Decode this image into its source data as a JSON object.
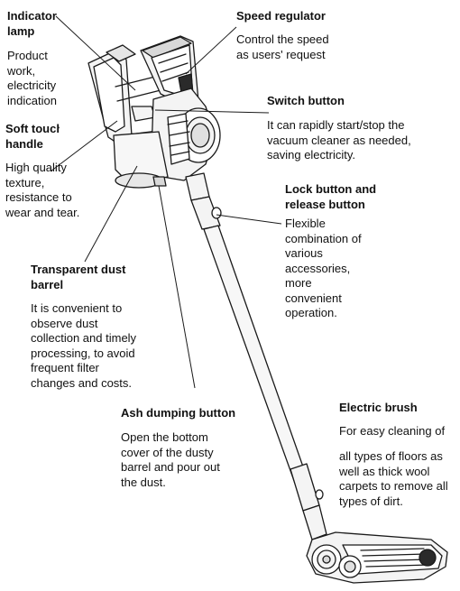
{
  "callouts": {
    "indicator_lamp": {
      "title_line1": "Indicator",
      "title_line2": "lamp",
      "desc": [
        "Product",
        "work,",
        "electricity",
        "indication"
      ]
    },
    "soft_touch_handle": {
      "title_line1": "Soft touch",
      "title_line2": "handle",
      "desc": [
        "High quality",
        "texture,",
        "resistance to",
        "wear and tear."
      ]
    },
    "speed_regulator": {
      "title": "Speed regulator",
      "desc": [
        "Control the speed",
        "as users' request"
      ]
    },
    "switch_button": {
      "title": "Switch button",
      "desc": [
        "It can rapidly start/stop the",
        "vacuum cleaner as needed,",
        "saving electricity."
      ]
    },
    "lock_release_button": {
      "title_line1": "Lock button and",
      "title_line2": "release button",
      "desc": [
        "Flexible",
        "combination of",
        "various",
        "accessories,",
        "more",
        "convenient",
        "operation."
      ]
    },
    "transparent_dust_barrel": {
      "title_line1": "Transparent dust",
      "title_line2": "barrel",
      "desc": [
        "It is convenient to",
        "observe dust",
        "collection and timely",
        "processing, to avoid",
        "frequent filter",
        "changes and costs."
      ]
    },
    "ash_dumping_button": {
      "title": "Ash dumping button",
      "desc": [
        "Open the bottom",
        "cover of the dusty",
        "barrel and pour out",
        "the dust."
      ]
    },
    "electric_brush": {
      "title": "Electric brush",
      "desc_line1": "For easy cleaning of",
      "desc": [
        "all types of floors as",
        "well as thick wool",
        "carpets to remove all",
        "types of dirt."
      ]
    }
  },
  "colors": {
    "ink": "#1a1a1a",
    "body_fill": "#f4f4f4",
    "shade": "#d8d8d8"
  }
}
